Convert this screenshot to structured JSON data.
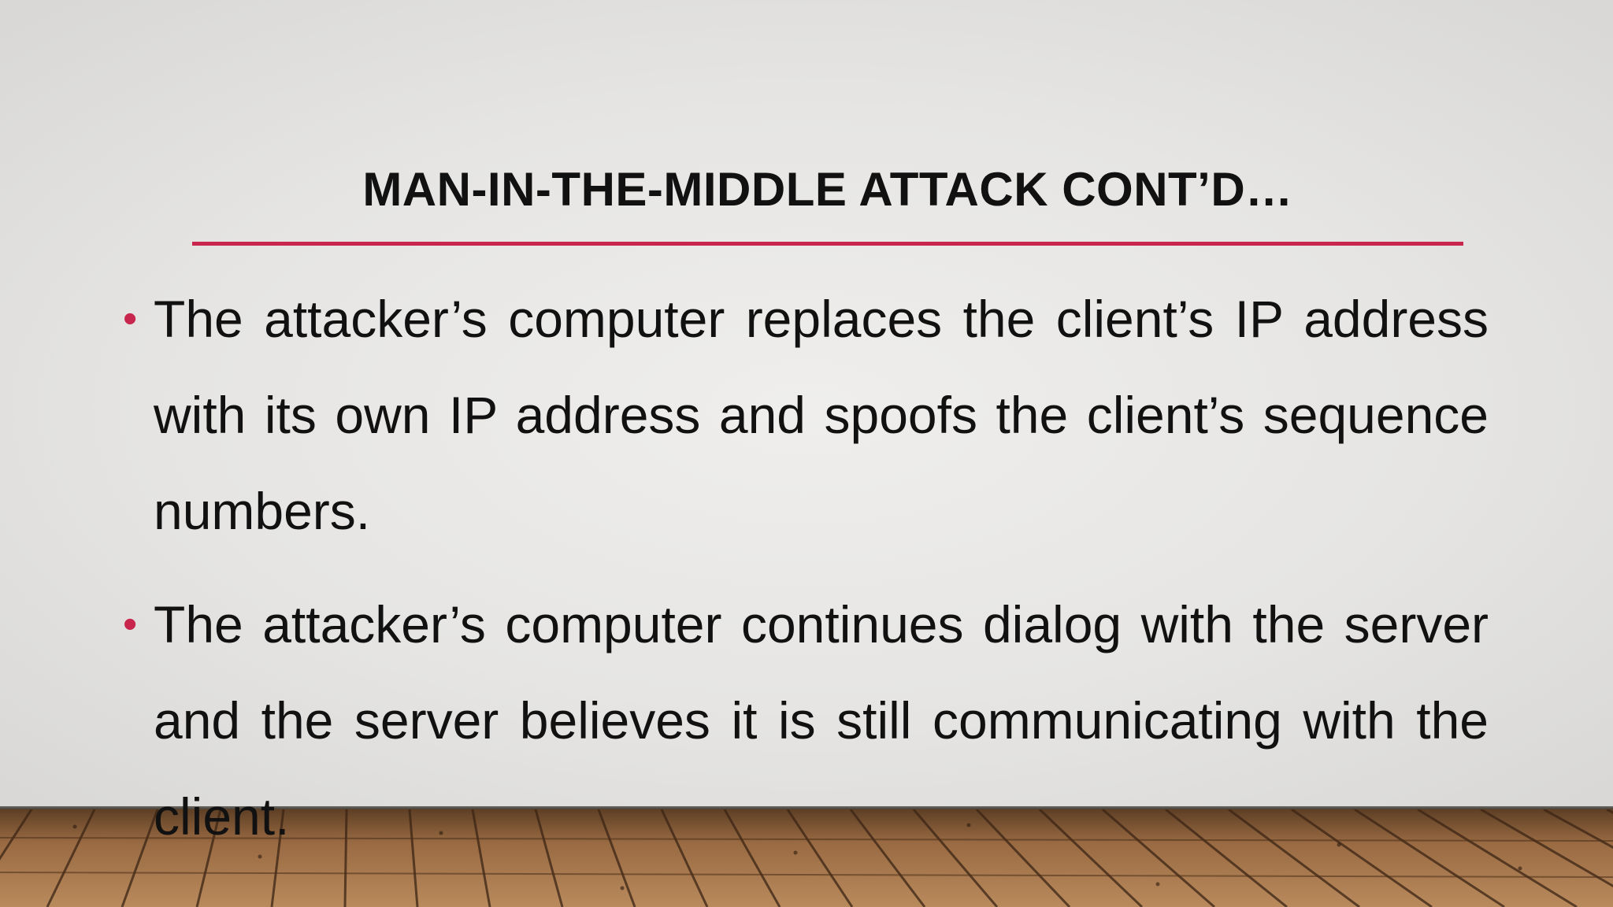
{
  "slide": {
    "title": "MAN-IN-THE-MIDDLE ATTACK CONT’D…",
    "accent_color": "#c8264d",
    "bullet_glyph": "•",
    "bullets": [
      "The attacker’s computer replaces the client’s IP address with its own IP address and spoofs the client’s sequence numbers.",
      "The attacker’s computer continues dialog with the server and the server believes it is still communicating with the client."
    ]
  }
}
